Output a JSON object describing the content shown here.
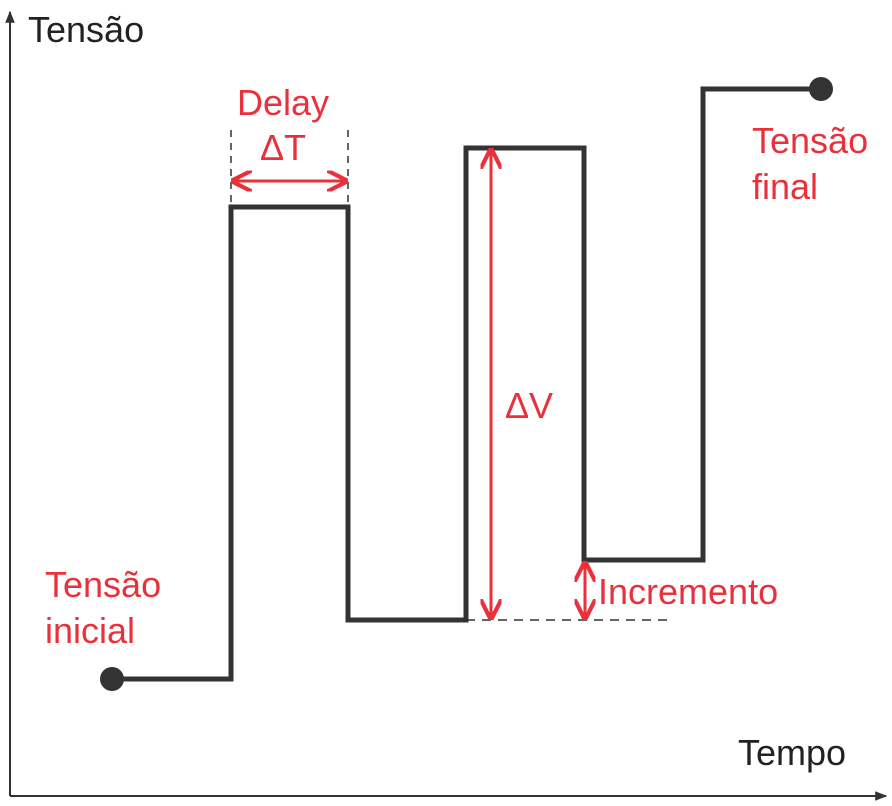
{
  "axes": {
    "y_label": "Tensão",
    "x_label": "Tempo"
  },
  "annotations": {
    "delay_line1": "Delay",
    "delay_line2": "ΔT",
    "delta_v": "ΔV",
    "increment": "Incremento",
    "start_line1": "Tensão",
    "start_line2": "inicial",
    "end_line1": "Tensão",
    "end_line2": "final"
  },
  "colors": {
    "waveform": "#333333",
    "annotation": "#e8313a",
    "axis": "#333333",
    "guide": "#333333"
  }
}
